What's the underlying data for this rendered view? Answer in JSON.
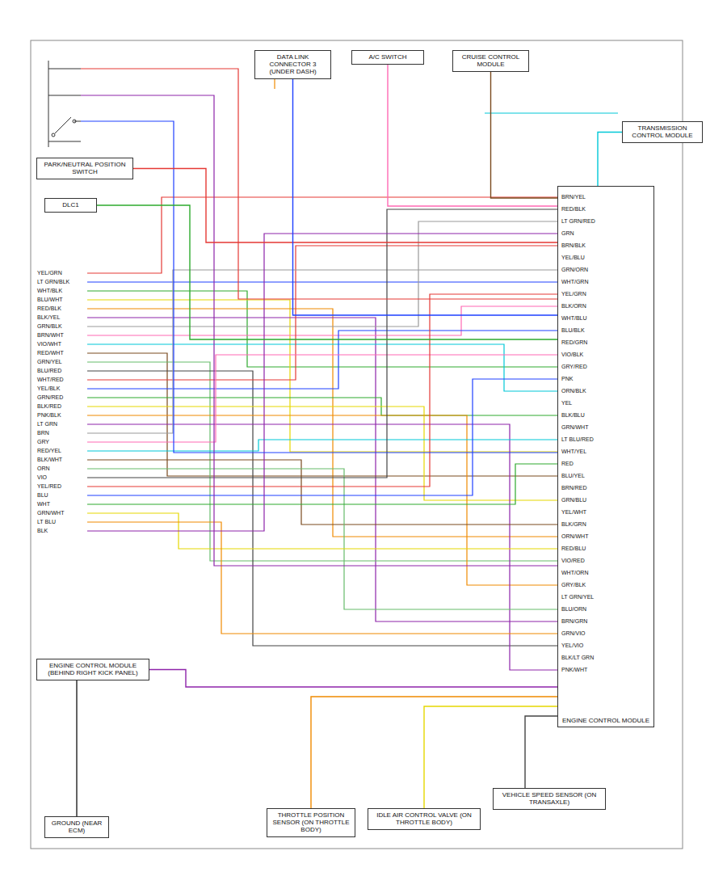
{
  "diagram": {
    "nodes": [
      {
        "text": [
          "PARK/NEUTRAL POSITION SWITCH"
        ]
      },
      {
        "text": [
          "DATA LINK CONNECTOR 3 (UNDER DASH)"
        ]
      },
      {
        "text": [
          "DLC1"
        ]
      },
      {
        "text": [
          "ENGINE CONTROL MODULE (BEHIND RIGHT KICK PANEL)"
        ]
      },
      {
        "text": [
          "ENGINE CONTROL MODULE"
        ]
      },
      {
        "text": [
          "THROTTLE POSITION SENSOR (ON THROTTLE BODY)"
        ]
      },
      {
        "text": [
          "IDLE AIR CONTROL VALVE (ON THROTTLE BODY)"
        ]
      },
      {
        "text": [
          "VEHICLE SPEED SENSOR (ON TRANSAXLE)"
        ]
      },
      {
        "text": [
          "TRANSMISSION CONTROL MODULE"
        ]
      },
      {
        "text": [
          "A/C SWITCH"
        ]
      },
      {
        "text": [
          "CRUISE CONTROL MODULE"
        ]
      },
      {
        "text": [
          "GROUND (NEAR ECM)"
        ]
      }
    ],
    "edges": [
      {
        "from": 0,
        "to": 4,
        "arrow": "none"
      },
      {
        "from": 1,
        "to": 4,
        "arrow": "none"
      },
      {
        "from": 2,
        "to": 4,
        "arrow": "none"
      },
      {
        "from": 3,
        "to": 4,
        "arrow": "none"
      },
      {
        "from": 5,
        "to": 4,
        "arrow": "none"
      },
      {
        "from": 6,
        "to": 4,
        "arrow": "none"
      },
      {
        "from": 7,
        "to": 4,
        "arrow": "none"
      },
      {
        "from": 8,
        "to": 4,
        "arrow": "none"
      },
      {
        "from": 9,
        "to": 4,
        "arrow": "none"
      },
      {
        "from": 10,
        "to": 4,
        "arrow": "none"
      },
      {
        "from": 11,
        "to": 3,
        "arrow": "none"
      }
    ],
    "labels": [
      "YEL/GRN",
      "LT GRN/BLK",
      "WHT/BLK",
      "BLU/WHT",
      "RED/BLK",
      "BLK/YEL",
      "GRN/BLK",
      "BRN/WHT",
      "VIO/WHT",
      "RED/WHT",
      "GRN/YEL",
      "BLU/RED",
      "WHT/RED",
      "YEL/BLK",
      "GRN/RED",
      "BLK/RED",
      "PNK/BLK",
      "LT GRN",
      "BRN",
      "GRY",
      "RED/YEL",
      "BLK/WHT",
      "ORN",
      "VIO",
      "YEL/RED",
      "BLU",
      "WHT",
      "GRN/WHT",
      "LT BLU",
      "BLK",
      "BRN/YEL",
      "RED/BLK",
      "LT GRN/RED",
      "GRN",
      "BRN/BLK",
      "YEL/BLU",
      "GRN/ORN",
      "WHT/GRN",
      "YEL/GRN",
      "BLK/ORN",
      "WHT/BLU",
      "BLU/BLK",
      "RED/GRN",
      "VIO/BLK",
      "GRY/RED",
      "PNK",
      "ORN/BLK",
      "YEL",
      "BLK/BLU",
      "GRN/WHT",
      "LT BLU/RED",
      "WHT/YEL",
      "RED",
      "BLU/YEL",
      "BRN/RED",
      "GRN/BLU",
      "YEL/WHT",
      "BLK/GRN",
      "ORN/WHT",
      "RED/BLU",
      "VIO/RED",
      "WHT/ORN",
      "GRY/BLK",
      "LT GRN/YEL",
      "BLU/ORN",
      "BRN/GRN",
      "GRN/VIO",
      "YEL/VIO",
      "BLK/LT GRN",
      "PNK/WHT"
    ]
  }
}
